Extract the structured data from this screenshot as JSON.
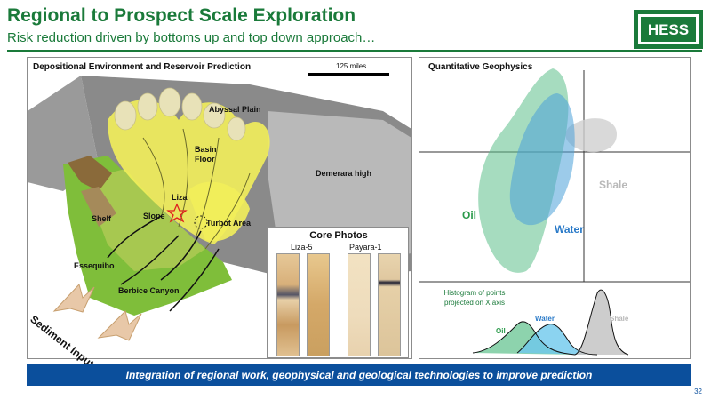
{
  "header": {
    "title": "Regional to Prospect Scale Exploration",
    "subtitle": "Risk reduction driven by bottoms up and top down approach…",
    "logo_text": "HESS",
    "brand_color": "#1a7a3a"
  },
  "left_panel": {
    "title": "Depositional Environment and Reservoir Prediction",
    "scale_label": "125 miles",
    "labels": {
      "abyssal": "Abyssal Plain",
      "basin": "Basin\nFloor",
      "demerara": "Demerara high",
      "liza": "Liza",
      "shelf": "Shelf",
      "slope": "Slope",
      "turbot": "Turbot Area",
      "essequibo": "Essequibo",
      "berbice": "Berbice Canyon"
    },
    "sediment_input": "Sediment Input",
    "core_photos": {
      "title": "Core Photos",
      "wells": [
        "Liza-5",
        "Payara-1"
      ]
    }
  },
  "right_panel": {
    "title": "Quantitative Geophysics",
    "labels": {
      "oil": "Oil",
      "water": "Water",
      "shale": "Shale"
    },
    "histogram": {
      "caption": "Histogram of points\nprojected on X axis",
      "labels": {
        "oil": "Oil",
        "water": "Water",
        "shale": "Shale"
      }
    },
    "colors": {
      "oil": "#5dc08a",
      "water": "#4aa0d8",
      "shale": "#b0b0b0"
    }
  },
  "footer": {
    "banner": "Integration of regional work, geophysical and geological technologies to improve prediction",
    "page_number": "32",
    "banner_color": "#0b4f9c"
  }
}
